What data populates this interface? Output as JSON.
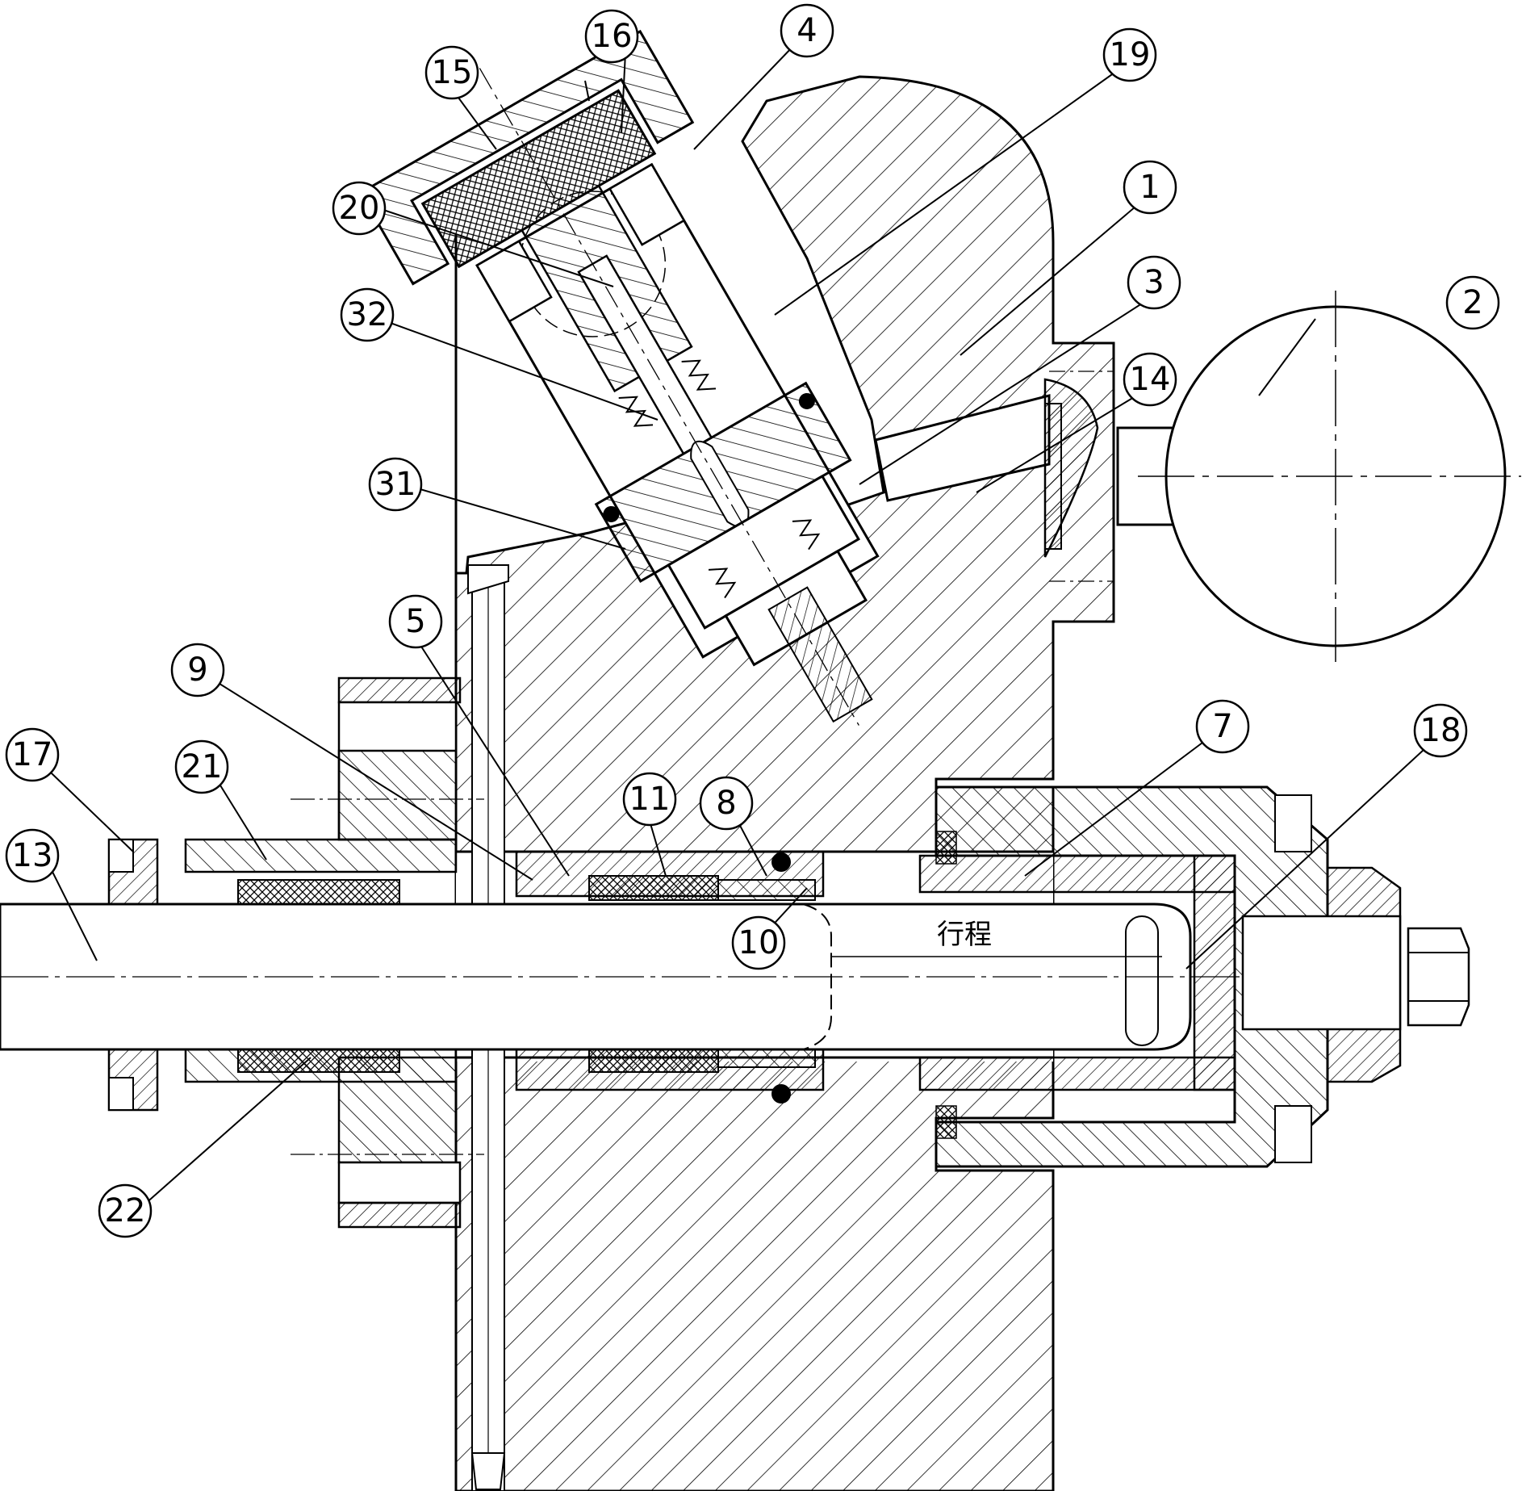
{
  "figure": {
    "stroke_label": "行程",
    "part_labels": [
      {
        "id": "p15",
        "text": "15"
      },
      {
        "id": "p16",
        "text": "16"
      },
      {
        "id": "p4",
        "text": "4"
      },
      {
        "id": "p19",
        "text": "19"
      },
      {
        "id": "p20",
        "text": "20"
      },
      {
        "id": "p1",
        "text": "1"
      },
      {
        "id": "p3",
        "text": "3"
      },
      {
        "id": "p2",
        "text": "2"
      },
      {
        "id": "p32",
        "text": "32"
      },
      {
        "id": "p14",
        "text": "14"
      },
      {
        "id": "p31",
        "text": "31"
      },
      {
        "id": "p5",
        "text": "5"
      },
      {
        "id": "p9",
        "text": "9"
      },
      {
        "id": "p7",
        "text": "7"
      },
      {
        "id": "p18",
        "text": "18"
      },
      {
        "id": "p17",
        "text": "17"
      },
      {
        "id": "p21",
        "text": "21"
      },
      {
        "id": "p11",
        "text": "11"
      },
      {
        "id": "p8",
        "text": "8"
      },
      {
        "id": "p13",
        "text": "13"
      },
      {
        "id": "p10",
        "text": "10"
      },
      {
        "id": "p22",
        "text": "22"
      }
    ]
  }
}
